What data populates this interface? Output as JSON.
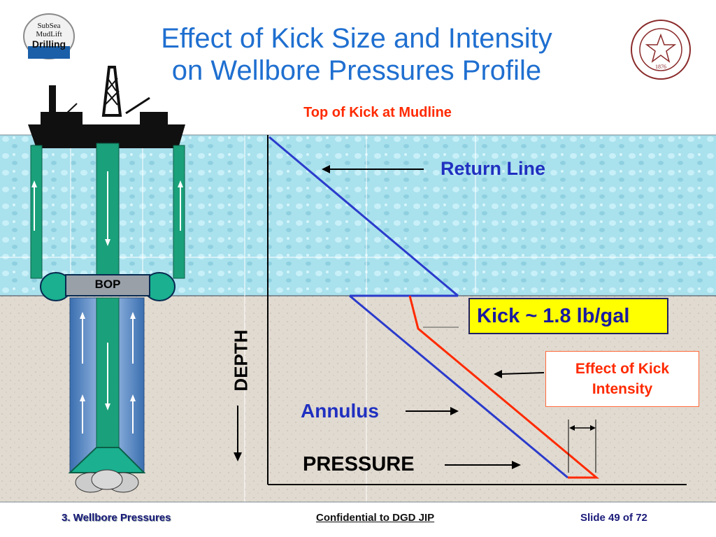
{
  "slide": {
    "title_line1": "Effect of Kick Size and Intensity",
    "title_line2": "on Wellbore Pressures Profile",
    "subtitle": "Top of Kick at Mudline"
  },
  "logo": {
    "line1": "SubSea",
    "line2": "MudLift",
    "line3": "Drilling"
  },
  "seal": {
    "year": "1876"
  },
  "labels": {
    "return_line": "Return Line",
    "kick": "Kick  ~ 1.8 lb/gal",
    "effect_of_kick_line1": "Effect of Kick",
    "effect_of_kick_line2": "Intensity",
    "annulus": "Annulus",
    "pressure": "PRESSURE",
    "depth": "DEPTH",
    "bop": "BOP"
  },
  "footer": {
    "section": "3. Wellbore Pressures",
    "confidential": "Confidential to DGD JIP",
    "slide_number": "Slide 49 of 72"
  },
  "colors": {
    "title": "#1f6fd0",
    "subtitle": "#ff2a00",
    "return_line": "#2030c0",
    "kick_line": "#ff2a00",
    "kick_box": "#ffff00",
    "sea": "#a8e0ec",
    "seafloor": "#e0d9cf",
    "pipe": "#1aa07a"
  }
}
